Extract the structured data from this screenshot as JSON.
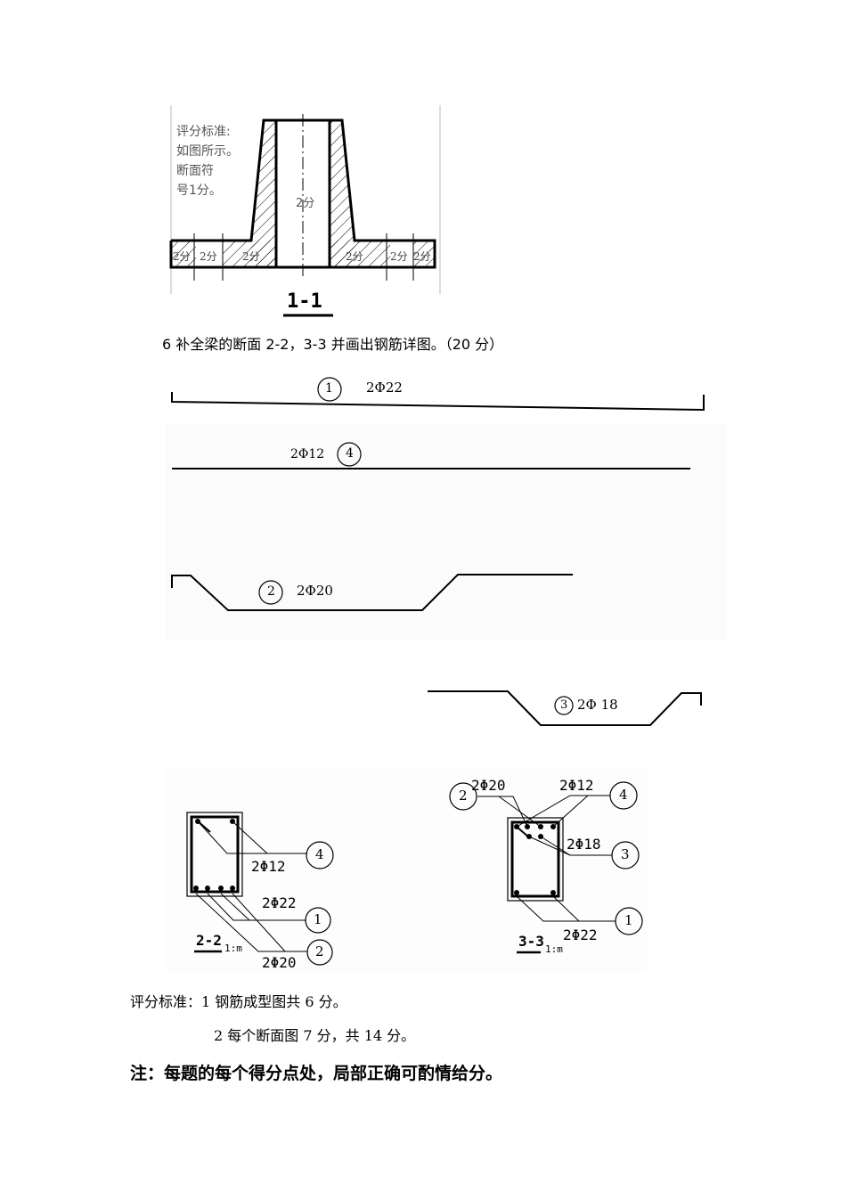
{
  "section_1_1": {
    "note_lines": [
      "评分标准:",
      "如图所示。",
      "断面符",
      "号1分。"
    ],
    "center_score": "2分",
    "flange_scores": [
      "2分",
      "2分",
      "2分",
      "2分",
      "2分",
      "2分"
    ],
    "section_label": "1-1"
  },
  "question": "6 补全梁的断面 2-2，3-3 并画出钢筋详图。（20 分）",
  "rebar_shapes": [
    {
      "num": "1",
      "spec": "2Φ22"
    },
    {
      "num": "4",
      "spec": "2Φ12"
    },
    {
      "num": "2",
      "spec": "2Φ20"
    },
    {
      "num": "3",
      "spec": "2Φ 18"
    }
  ],
  "section_2_2": {
    "label": "2-2",
    "scale": "1:m",
    "callouts": [
      {
        "num": "4",
        "spec": "2Φ12"
      },
      {
        "num": "1",
        "spec": "2Φ22"
      },
      {
        "num": "2",
        "spec": "2Φ20"
      }
    ]
  },
  "section_3_3": {
    "label": "3-3",
    "scale": "1:m",
    "callouts": [
      {
        "num": "2",
        "spec": "2Φ20"
      },
      {
        "num": "4",
        "spec": "2Φ12"
      },
      {
        "num": "3",
        "spec": "2Φ18"
      },
      {
        "num": "1",
        "spec": "2Φ22"
      }
    ]
  },
  "criteria_title": "评分标准：1 钢筋成型图共 6 分。",
  "criteria_2": "2 每个断面图 7 分，共 14 分。",
  "final_note": "注：每题的每个得分点处，局部正确可酌情给分。"
}
